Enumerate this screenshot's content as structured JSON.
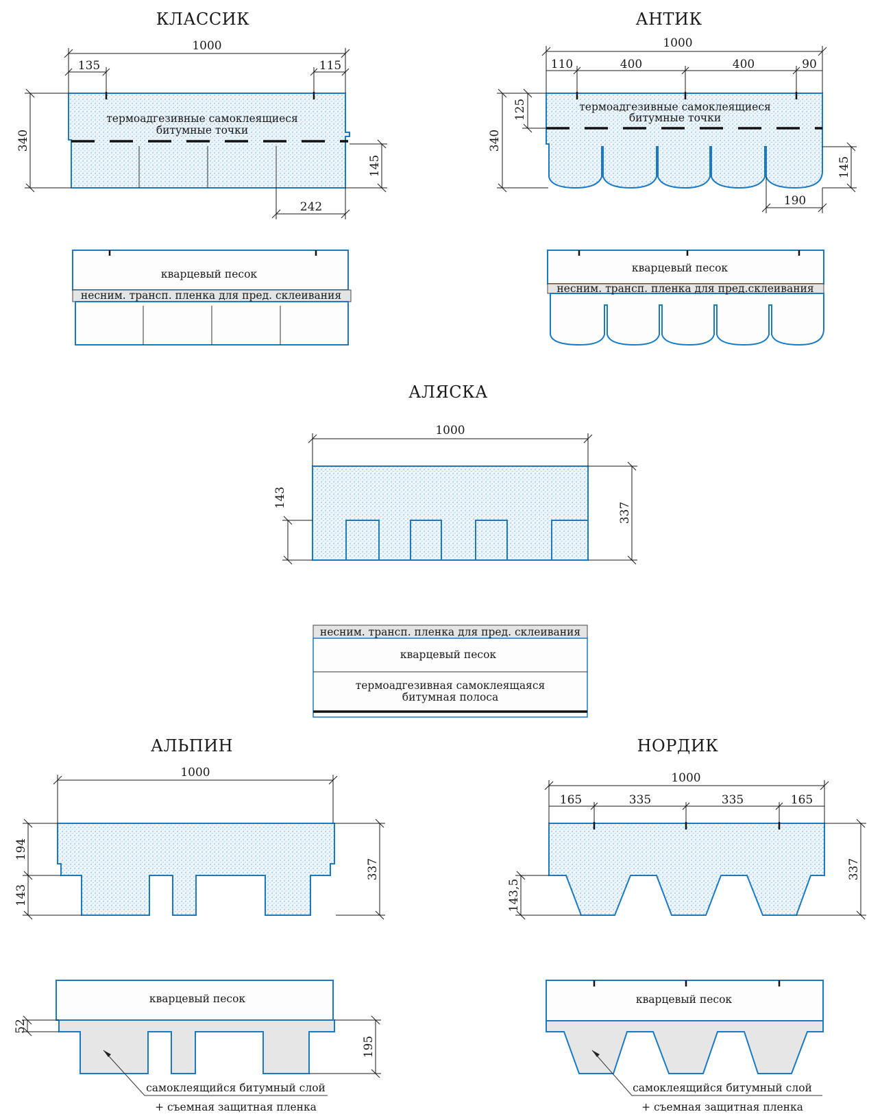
{
  "titles": {
    "klassik": "КЛАССИК",
    "antik": "АНТИК",
    "alyaska": "АЛЯСКА",
    "alpin": "АЛЬПИН",
    "nordik": "НОРДИК"
  },
  "labels": {
    "bitumen_dots_line1": "термоадгезивные самоклеящиеся",
    "bitumen_dots_line2": "битумные точки",
    "quartz_sand": "кварцевый песок",
    "film_classic": "несним. трансп. пленка для пред.  склеивания",
    "film_antik": "несним. трансп.  пленка для пред.склеивания",
    "film_alyaska": "несним. трансп.  пленка для пред. склеивания",
    "bitumen_strip_line1": "термоадгезивная самоклеящаяся",
    "bitumen_strip_line2": "битумная полоса",
    "self_adhesive_line1": "самоклеящийся битумный слой",
    "self_adhesive_line2": "+ съемная защитная пленка"
  },
  "dims": {
    "klassik": {
      "width": "1000",
      "left": "135",
      "right": "115",
      "height": "340",
      "tab": "145",
      "tab_width": "242"
    },
    "antik": {
      "width": "1000",
      "s1": "110",
      "s2": "400",
      "s3": "400",
      "s4": "90",
      "dots": "125",
      "height": "340",
      "tab": "145",
      "tab_width": "190"
    },
    "alyaska": {
      "width": "1000",
      "tab": "143",
      "height": "337"
    },
    "alpin": {
      "width": "1000",
      "top": "194",
      "tab": "143",
      "height": "337",
      "strip": "52",
      "layer": "195"
    },
    "nordik": {
      "width": "1000",
      "s1": "165",
      "s2": "335",
      "s3": "335",
      "s4": "165",
      "tab": "143,5",
      "height": "337"
    }
  }
}
